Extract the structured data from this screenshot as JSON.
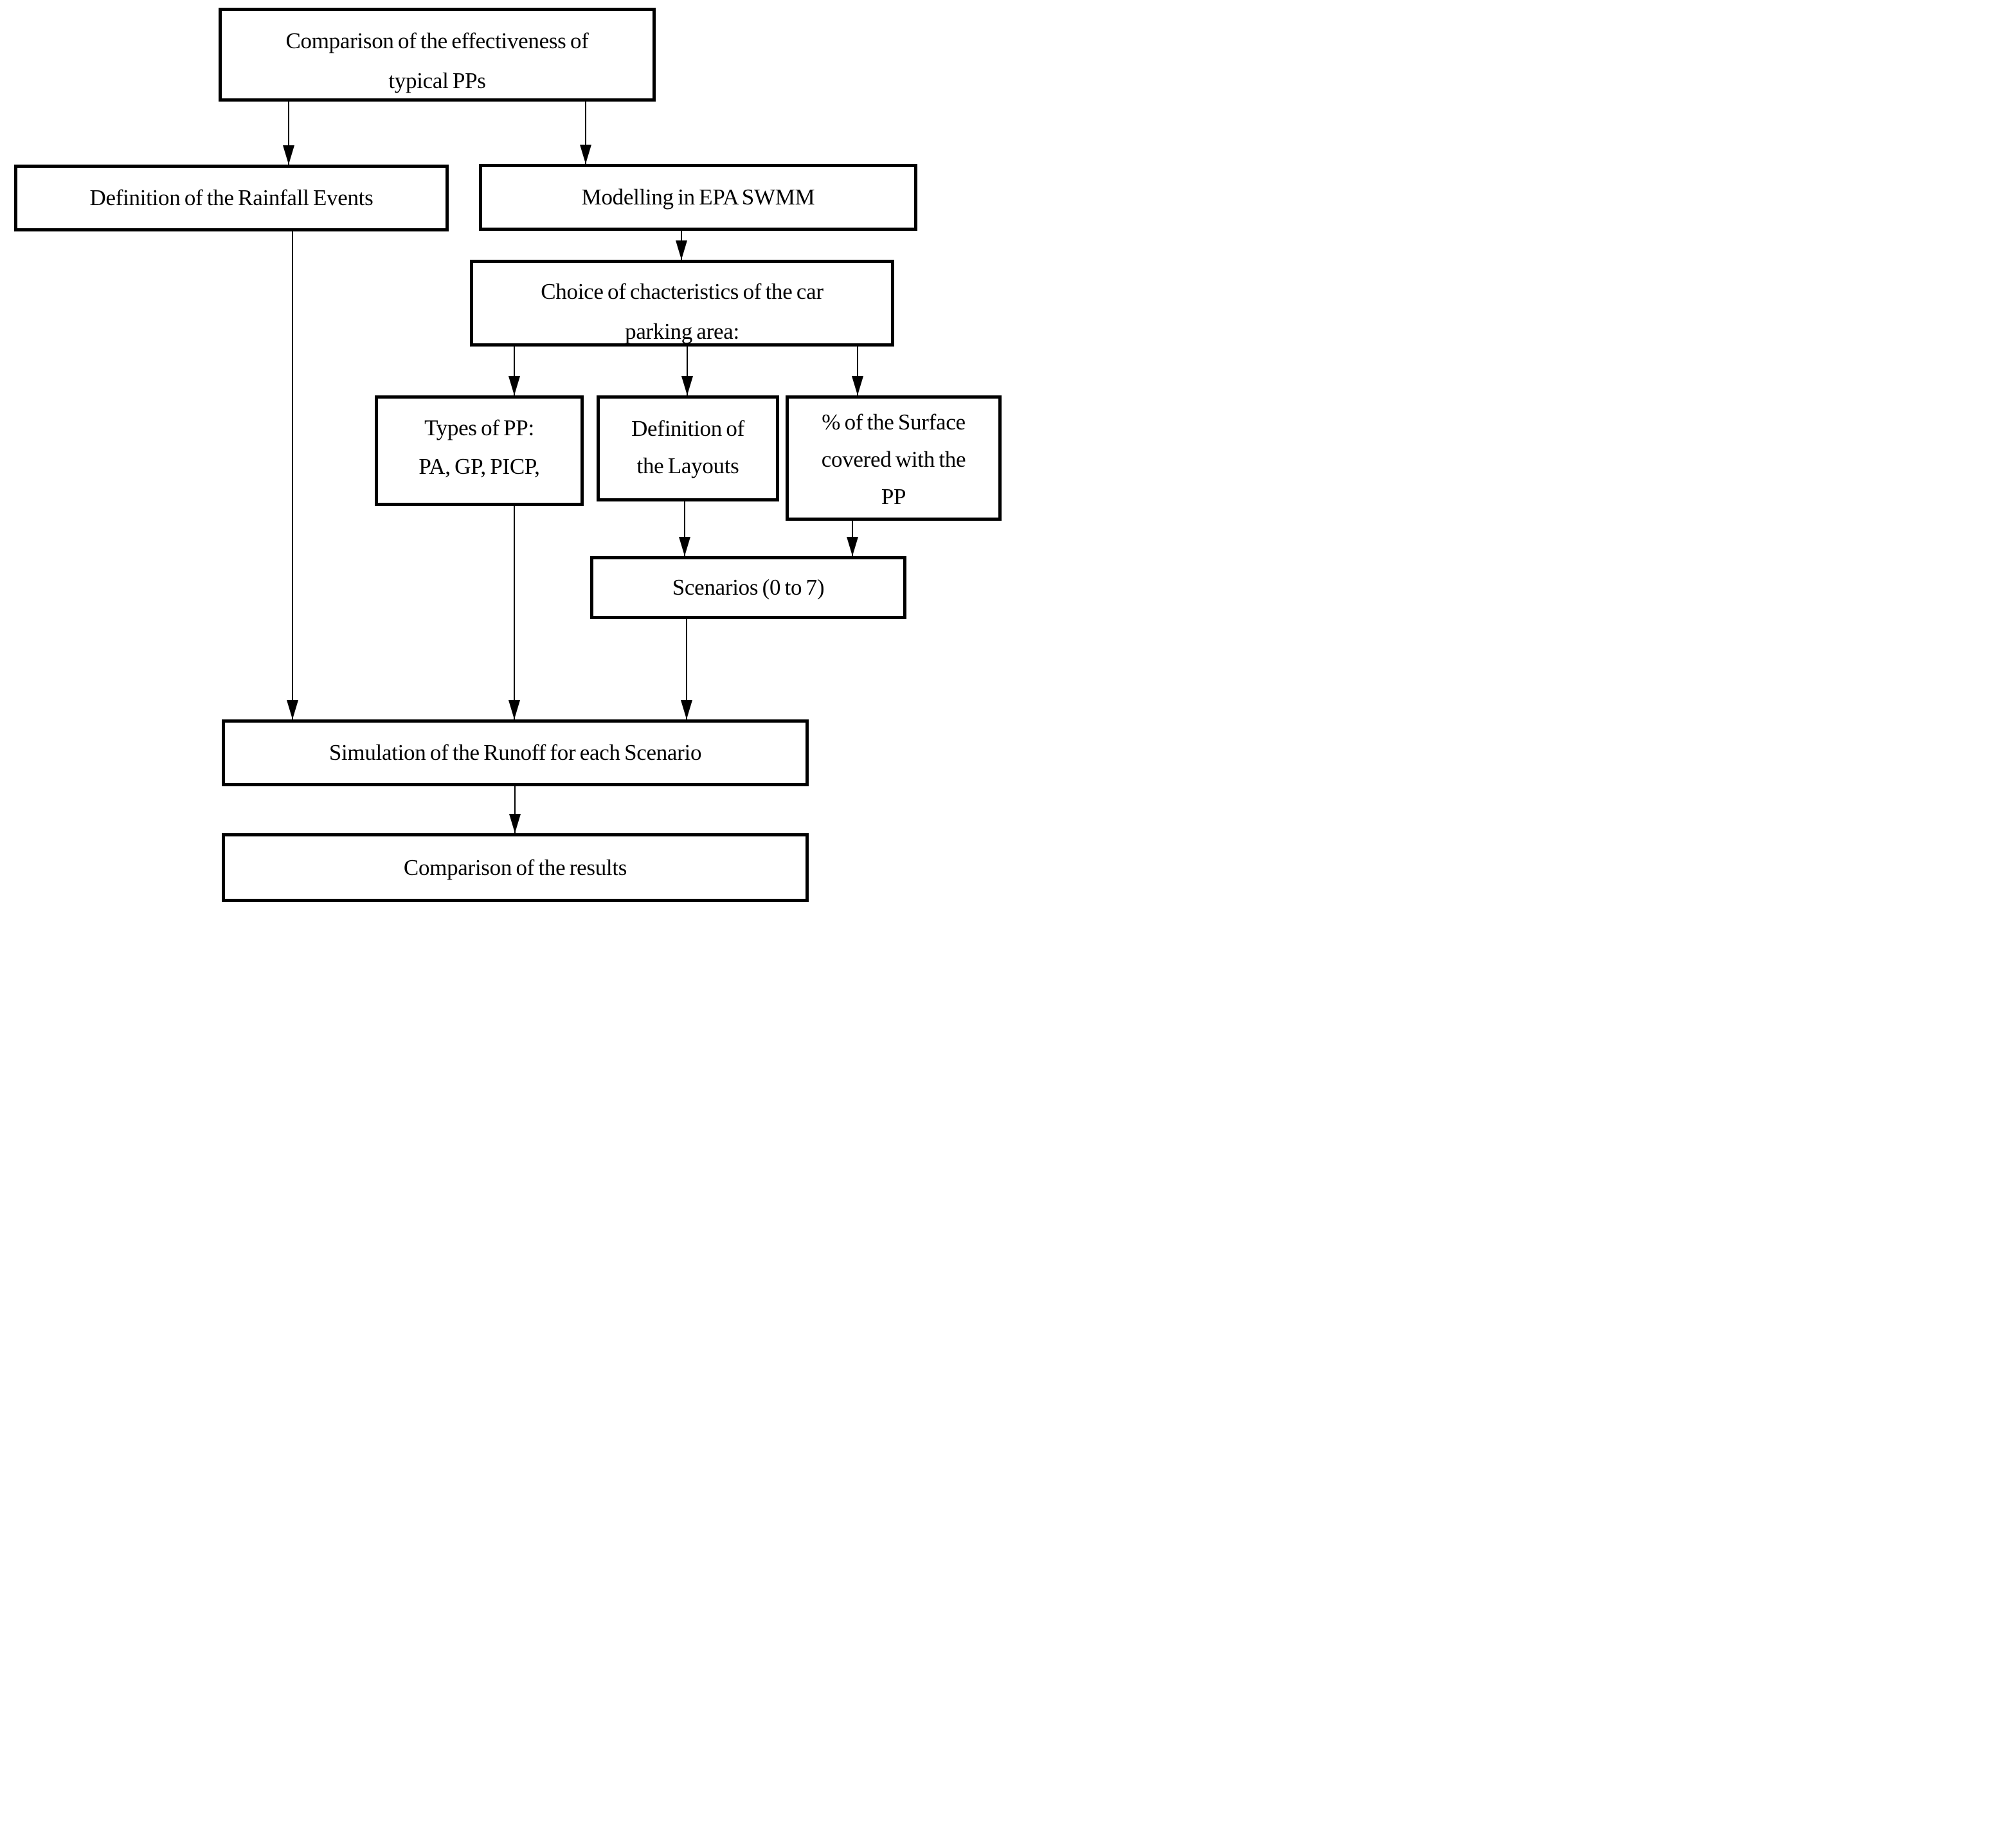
{
  "diagram": {
    "title": "Flowchart of the comparison of the effectiveness of typical permeable pavements",
    "colors": {
      "border": "#000000",
      "background": "#ffffff",
      "text": "#000000"
    },
    "nodes": {
      "comparison_pps": {
        "lines": [
          "Comparison of the effectiveness of",
          "typical PPs"
        ]
      },
      "rainfall": {
        "lines": [
          "Definition of the Rainfall Events"
        ]
      },
      "swmm": {
        "lines": [
          "Modelling in EPA SWMM"
        ]
      },
      "choice": {
        "lines": [
          "Choice of chacteristics of the car",
          "parking area:"
        ]
      },
      "types": {
        "lines": [
          "Types of PP:",
          "PA, GP, PICP,"
        ]
      },
      "layouts": {
        "lines": [
          "Definition of",
          "the Layouts"
        ]
      },
      "surface": {
        "lines": [
          "% of the Surface",
          "covered with the",
          "PP"
        ]
      },
      "scenarios": {
        "lines": [
          "Scenarios (0 to 7)"
        ]
      },
      "simulation": {
        "lines": [
          "Simulation of the Runoff for each Scenario"
        ]
      },
      "results": {
        "lines": [
          "Comparison of the results"
        ]
      }
    },
    "edges": [
      {
        "from": "comparison_pps",
        "to": "rainfall"
      },
      {
        "from": "comparison_pps",
        "to": "swmm"
      },
      {
        "from": "swmm",
        "to": "choice"
      },
      {
        "from": "choice",
        "to": "types"
      },
      {
        "from": "choice",
        "to": "layouts"
      },
      {
        "from": "choice",
        "to": "surface"
      },
      {
        "from": "layouts",
        "to": "scenarios"
      },
      {
        "from": "surface",
        "to": "scenarios"
      },
      {
        "from": "rainfall",
        "to": "simulation"
      },
      {
        "from": "types",
        "to": "simulation"
      },
      {
        "from": "scenarios",
        "to": "simulation"
      },
      {
        "from": "simulation",
        "to": "results"
      }
    ]
  }
}
